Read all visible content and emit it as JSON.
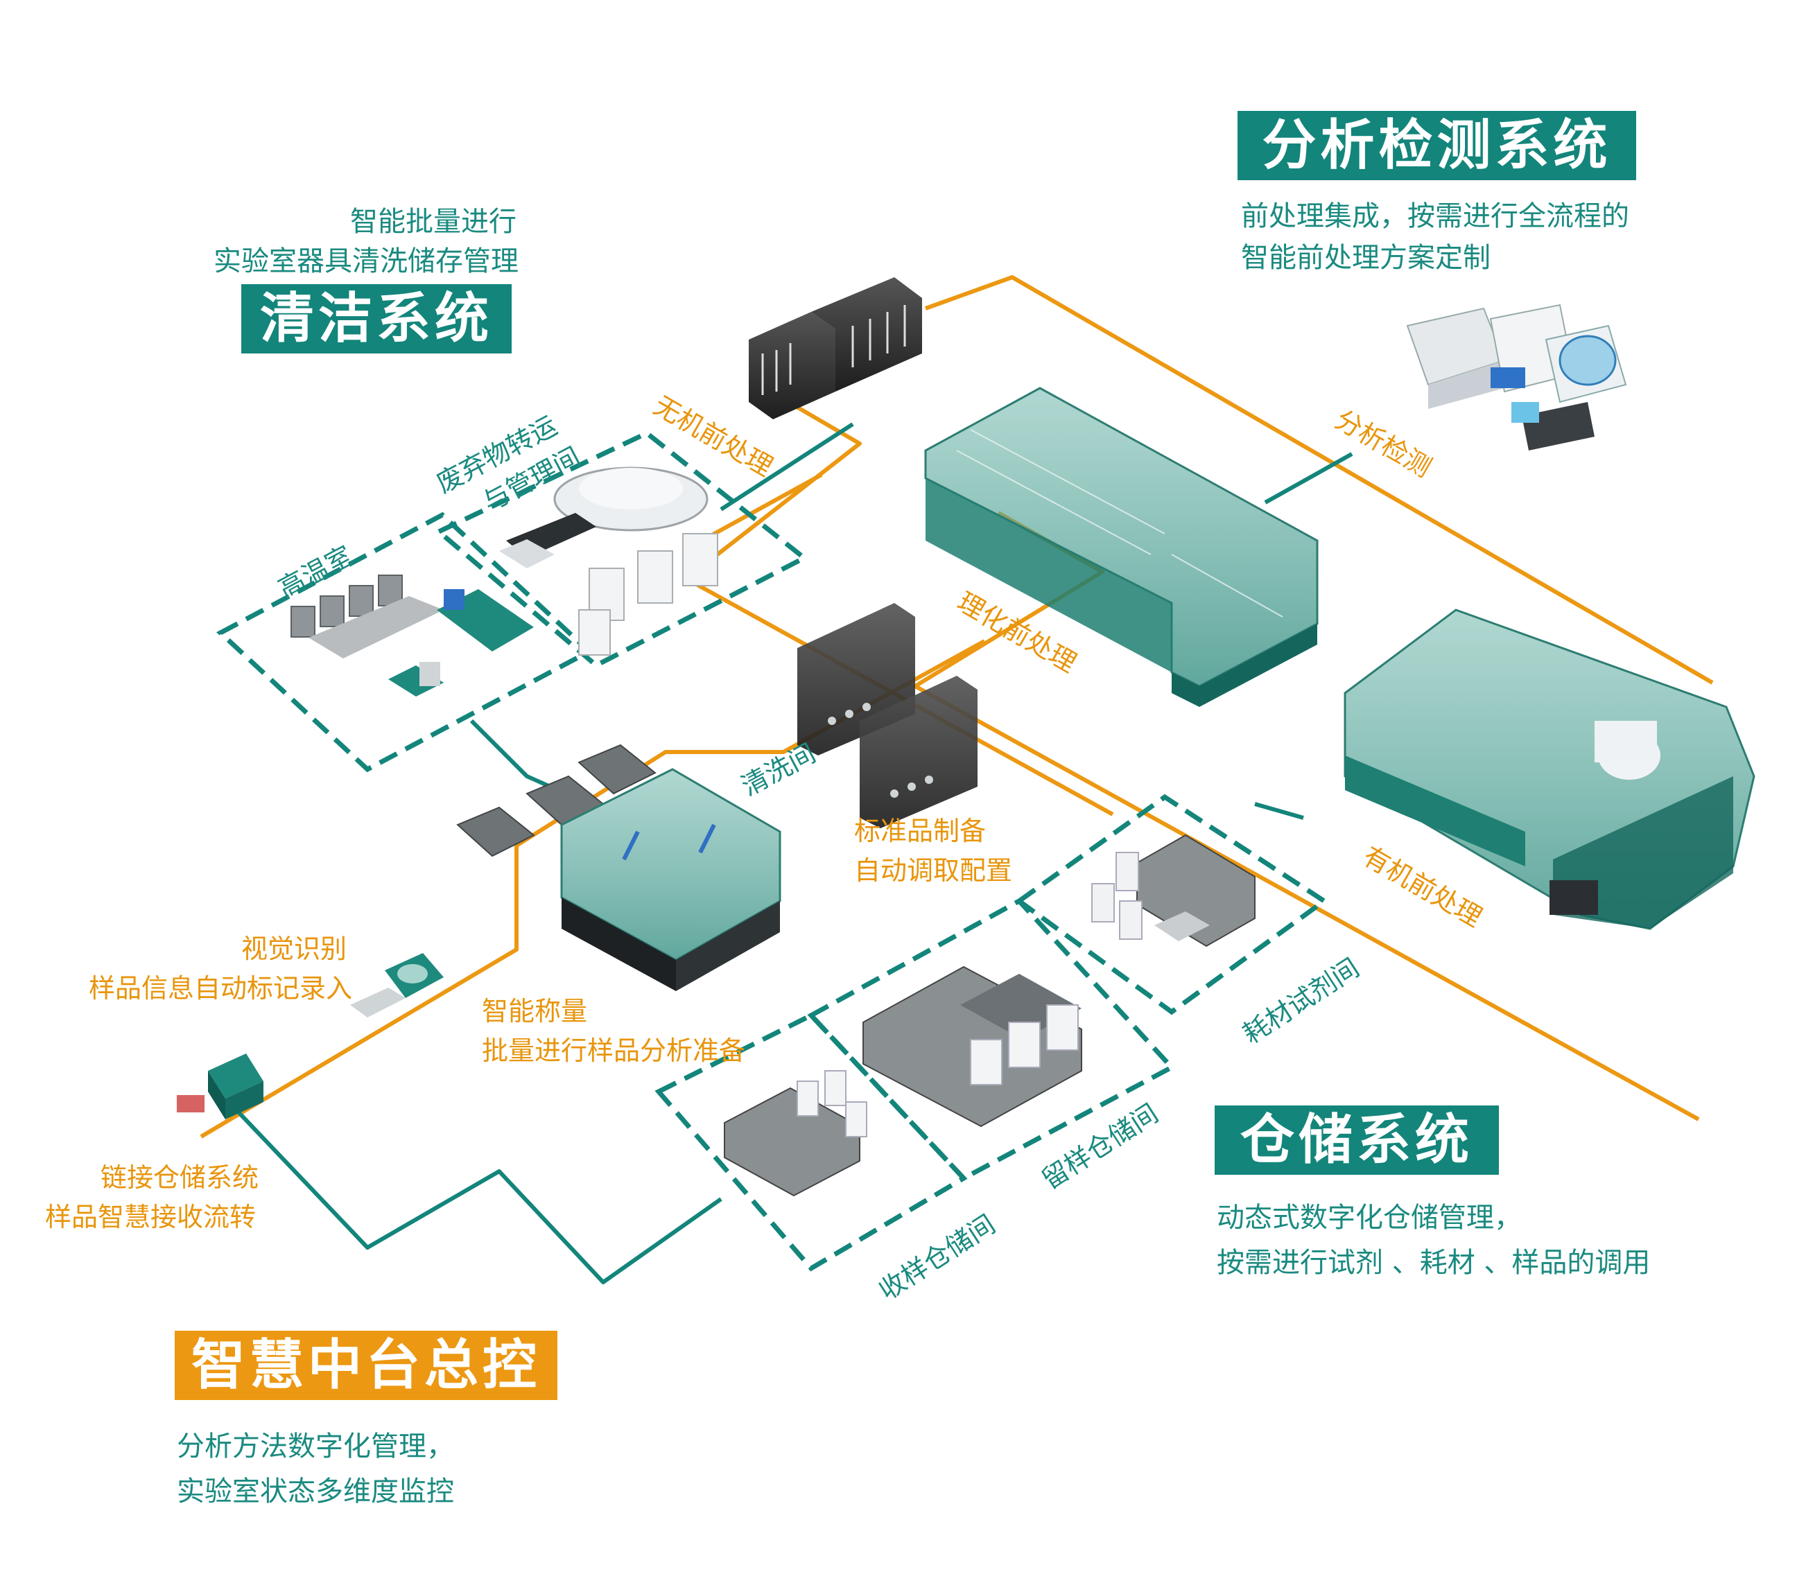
{
  "colors": {
    "teal": "#13857b",
    "orange": "#ec9812",
    "teal_text": "#1a8a80",
    "orange_text": "#e8950d"
  },
  "systems": {
    "analysis": {
      "title": "分析检测系统",
      "desc1": "前处理集成，按需进行全流程的",
      "desc2": "智能前处理方案定制"
    },
    "cleaning": {
      "title": "清洁系统",
      "desc1": "智能批量进行",
      "desc2": "实验室器具清洗储存管理"
    },
    "storage": {
      "title": "仓储系统",
      "desc1": "动态式数字化仓储管理，",
      "desc2": "按需进行试剂 、耗材 、样品的调用"
    },
    "control": {
      "title": "智慧中台总控",
      "desc1": "分析方法数字化管理，",
      "desc2": "实验室状态多维度监控"
    }
  },
  "rooms": {
    "waste": {
      "line1": "废弃物转运",
      "line2": "与管理间"
    },
    "high_temp": "高温室",
    "washing": "清洗间",
    "consumables": "耗材试剂间",
    "retain": "留样仓储间",
    "receive": "收样仓储间"
  },
  "process": {
    "inorganic": "无机前处理",
    "physchem": "理化前处理",
    "organic": "有机前处理",
    "analysis": "分析检测"
  },
  "features": {
    "standard": {
      "line1": "标准品制备",
      "line2": "自动调取配置"
    },
    "vision": {
      "line1": "视觉识别",
      "line2": "样品信息自动标记录入"
    },
    "weighing": {
      "line1": "智能称量",
      "line2": "批量进行样品分析准备"
    },
    "link": {
      "line1": "链接仓储系统",
      "line2": "样品智慧接收流转"
    }
  }
}
